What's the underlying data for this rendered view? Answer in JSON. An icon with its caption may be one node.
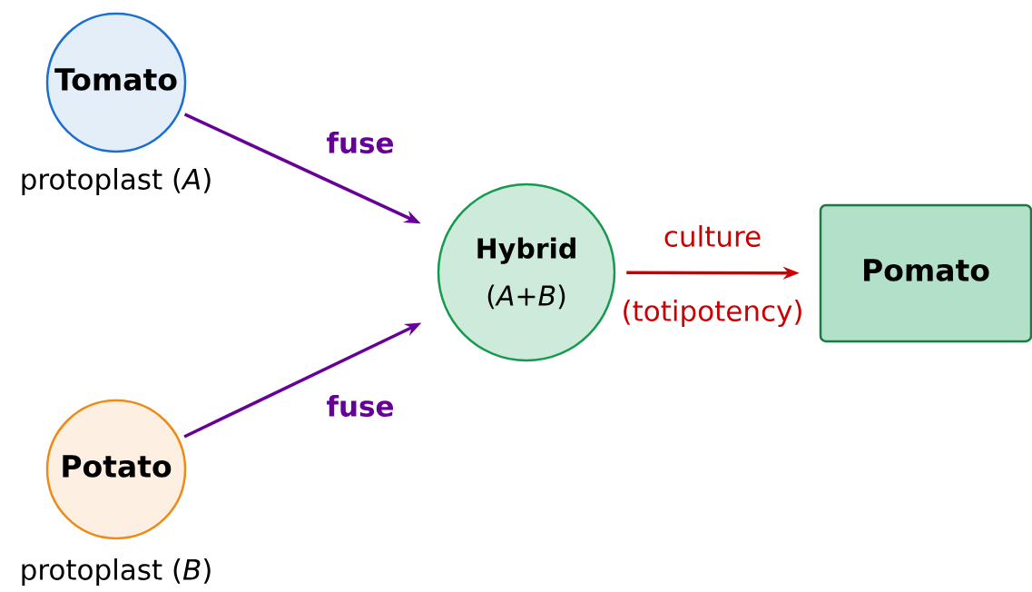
{
  "diagram": {
    "nodes": [
      {
        "text": [
          "Tomato"
        ],
        "beside": [
          "protoplast (*A*)"
        ]
      },
      {
        "text": [
          "Potato"
        ],
        "beside": [
          "protoplast (*B*)"
        ]
      },
      {
        "text": [
          "Hybrid",
          "(*A*+*B*)"
        ]
      },
      {
        "text": [
          "Pomato"
        ]
      }
    ],
    "edges": [
      {
        "from": 0,
        "to": 2,
        "arrow": "to",
        "label": "fuse"
      },
      {
        "from": 1,
        "to": 2,
        "arrow": "to",
        "label": "fuse"
      },
      {
        "from": 2,
        "to": 3,
        "arrow": "to",
        "label": "culture",
        "color": "#cc0000"
      }
    ],
    "labels": [
      "(totipotency)"
    ]
  }
}
